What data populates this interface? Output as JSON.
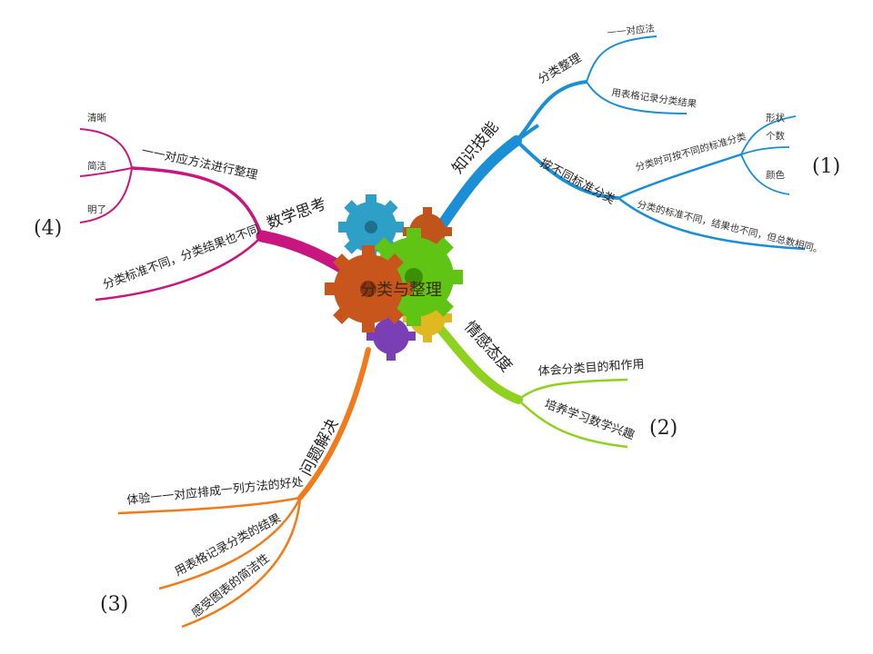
{
  "center": {
    "title": "分类与整理"
  },
  "branches": {
    "knowledge": {
      "label": "知识技能",
      "color": "#1a8fd6",
      "children": {
        "sort": {
          "label": "分类整理",
          "leaves": [
            "一一对应法",
            "用表格记录分类结果"
          ]
        },
        "by_standard": {
          "label": "按不同标准分类",
          "sub": "分类时可按不同的标准分类",
          "sub_leaves": [
            "形状",
            "个数",
            "颜色"
          ],
          "note": "分类的标准不同，结果也不同，但总数相同。"
        }
      },
      "marker": "(1)"
    },
    "attitude": {
      "label": "情感态度",
      "color": "#8fd11f",
      "leaves": [
        "体会分类目的和作用",
        "培养学习数学兴趣"
      ],
      "marker": "(2)"
    },
    "problem": {
      "label": "问题解决",
      "color": "#f27a1a",
      "leaves": [
        "体验一一对应排成一列方法的好处",
        "用表格记录分类的结果",
        "感受图表的简洁性"
      ],
      "marker": "(3)"
    },
    "thinking": {
      "label": "数学思考",
      "color": "#c8157f",
      "children": {
        "method": {
          "label": "一一对应方法进行整理",
          "leaves": [
            "清晰",
            "简洁",
            "明了"
          ]
        },
        "result": {
          "label": "分类标准不同，分类结果也不同"
        }
      },
      "marker": "(4)"
    }
  }
}
